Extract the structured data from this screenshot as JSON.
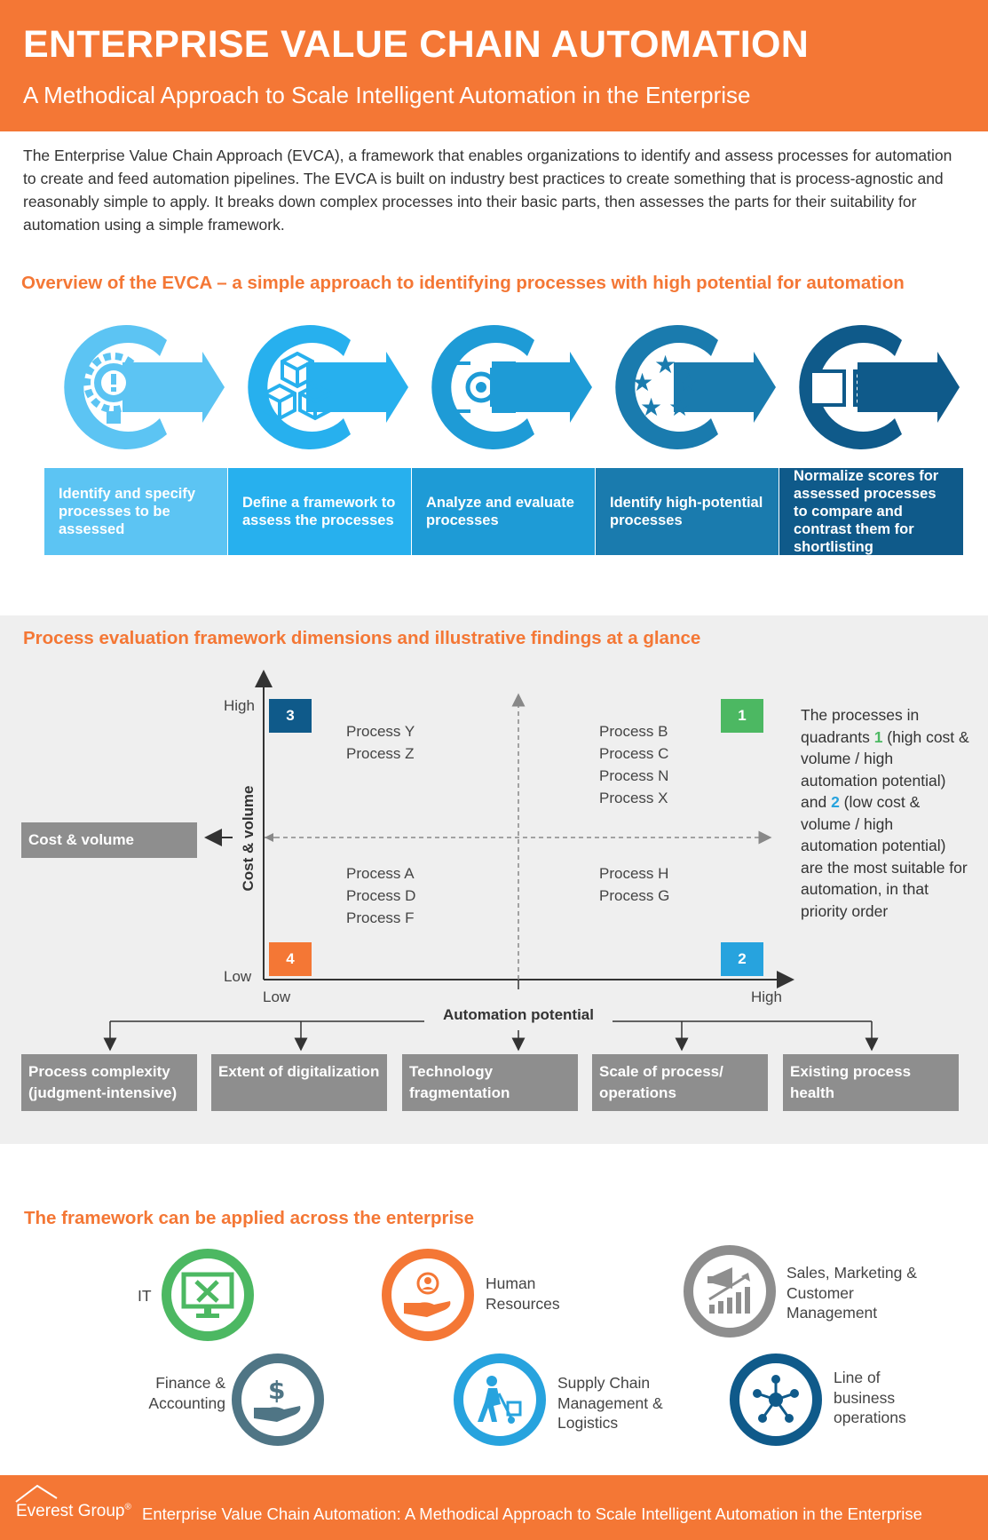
{
  "header": {
    "title": "ENTERPRISE VALUE CHAIN AUTOMATION",
    "subtitle": "A Methodical Approach to Scale Intelligent Automation in the Enterprise"
  },
  "intro": "The Enterprise Value Chain Approach (EVCA), a framework that enables organizations to identify and assess processes for automation to create and feed automation pipelines. The EVCA is built on industry best practices to create something that is process-agnostic and reasonably simple to apply. It breaks down complex processes into their basic parts, then assesses the parts for their suitability for automation using a simple framework.",
  "overview": {
    "title": "Overview of the EVCA – a simple approach to identifying processes with high potential for automation",
    "steps": [
      {
        "label": "Identify and specify processes to be assessed",
        "color": "#5CC4F3",
        "icon": "gear-alert-icon"
      },
      {
        "label": "Define a framework to assess the processes",
        "color": "#27B0EE",
        "icon": "cubes-icon"
      },
      {
        "label": "Analyze and evaluate processes",
        "color": "#1E9BD6",
        "icon": "target-icon"
      },
      {
        "label": "Identify high-potential processes",
        "color": "#1A7BAE",
        "icon": "stars-icon"
      },
      {
        "label": "Normalize scores for assessed processes to compare and contrast them for shortlisting",
        "color": "#0F5A8A",
        "icon": "compare-squares-icon"
      }
    ]
  },
  "evaluation": {
    "title": "Process evaluation framework dimensions and illustrative findings at a glance",
    "y_axis": "Cost & volume",
    "y_high": "High",
    "y_low": "Low",
    "x_axis": "Automation potential",
    "x_low": "Low",
    "x_high": "High",
    "cost_box": "Cost & volume",
    "quadrants": {
      "q1": {
        "num": "1",
        "color": "#4CB862",
        "processes": [
          "Process B",
          "Process C",
          "Process N",
          "Process X"
        ]
      },
      "q2": {
        "num": "2",
        "color": "#27A3DE",
        "processes": [
          "Process H",
          "Process G"
        ]
      },
      "q3": {
        "num": "3",
        "color": "#0F5A8A",
        "processes": [
          "Process Y",
          "Process Z"
        ]
      },
      "q4": {
        "num": "4",
        "color": "#F47735",
        "processes": [
          "Process A",
          "Process D",
          "Process F"
        ]
      }
    },
    "note": {
      "a": "The processes in quadrants ",
      "n1": "1",
      "b": " (high cost & volume / high automation potential) and ",
      "n2": "2",
      "c": " (low cost & volume / high automation potential) are the most suitable for automation, in that priority order"
    },
    "dimensions": [
      "Process complexity (judgment-intensive)",
      "Extent of digitalization",
      "Technology fragmentation",
      "Scale of process/ operations",
      "Existing process health"
    ]
  },
  "enterprise": {
    "title": "The framework can be applied across the enterprise",
    "areas": [
      {
        "label": "IT",
        "color": "#4CB862",
        "icon": "monitor-tools-icon"
      },
      {
        "label": "Human Resources",
        "color": "#F47735",
        "icon": "hand-person-icon"
      },
      {
        "label": "Sales, Marketing & Customer Management",
        "color": "#8E8E8E",
        "icon": "megaphone-chart-icon"
      },
      {
        "label": "Finance & Accounting",
        "color": "#4F7585",
        "icon": "hand-dollar-icon"
      },
      {
        "label": "Supply Chain Management & Logistics",
        "color": "#27A3DE",
        "icon": "worker-cart-icon"
      },
      {
        "label": "Line of business operations",
        "color": "#0F5A8A",
        "icon": "network-icon"
      }
    ]
  },
  "footer": {
    "logo": "Everest Group",
    "logo_mark": "®",
    "text": "Enterprise Value Chain Automation: A Methodical Approach to Scale Intelligent Automation in the Enterprise"
  }
}
